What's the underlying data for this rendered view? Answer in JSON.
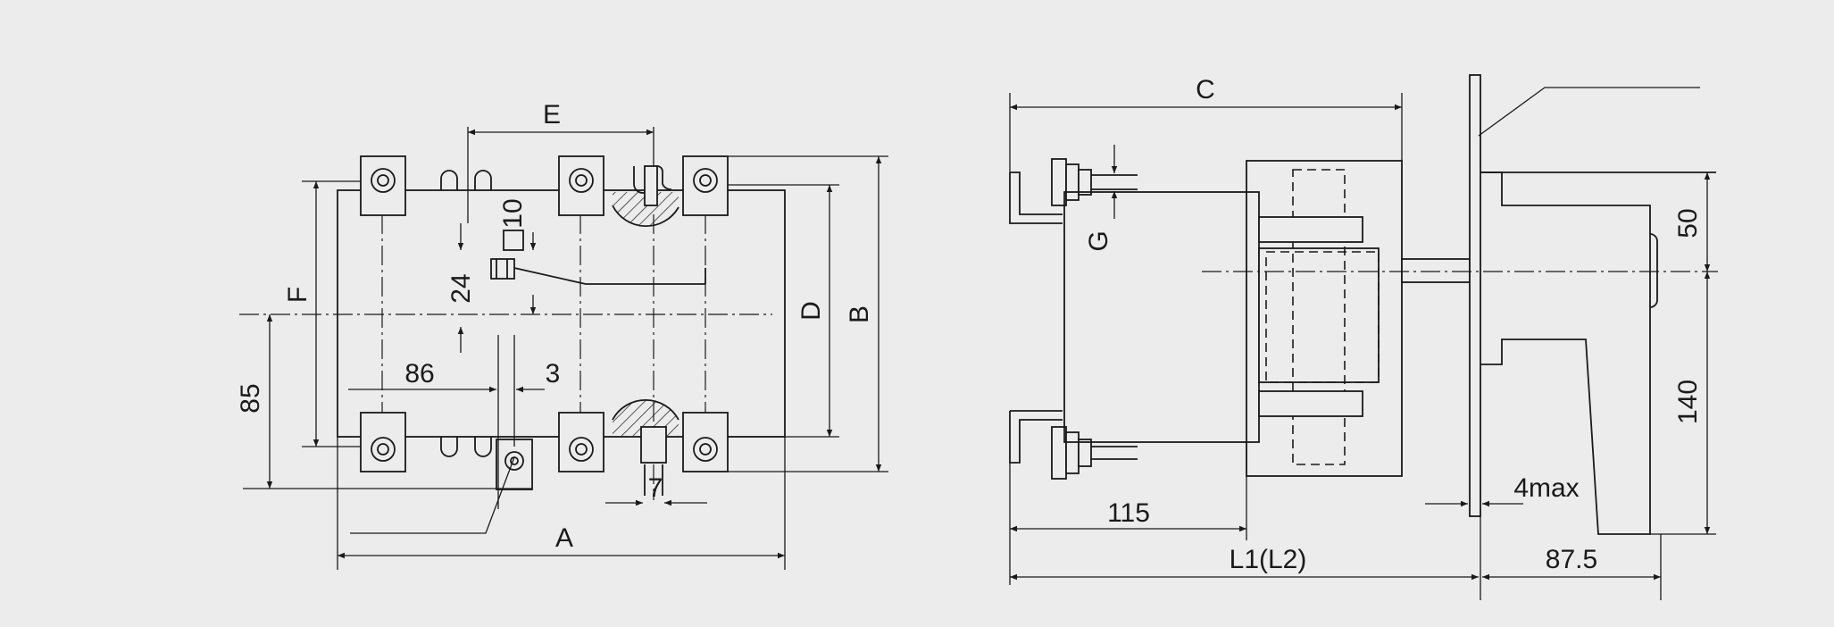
{
  "front_view": {
    "labels": {
      "E": "E",
      "F": "F",
      "D": "D",
      "B": "B",
      "A": "A",
      "dim_85": "85",
      "dim_86": "86",
      "dim_3": "3",
      "dim_24": "24",
      "dim_10": "10",
      "dim_7": "7"
    }
  },
  "side_view": {
    "labels": {
      "C": "C",
      "G": "G",
      "dim_115": "115",
      "L": "L1(L2)",
      "dim_87_5": "87.5",
      "dim_50": "50",
      "dim_140": "140",
      "dim_4max": "4max"
    }
  }
}
